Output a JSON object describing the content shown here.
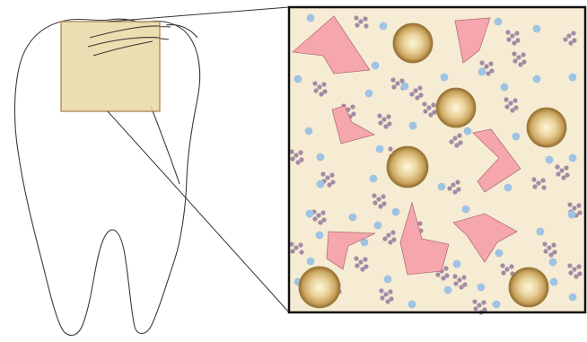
{
  "figure": {
    "colors": {
      "background": "#ffffff",
      "tooth_outline": "#3a3a3a",
      "sample_fill": "#e9d7a4",
      "sample_border": "#a77b4e",
      "panel_fill": "#f6ecd3",
      "panel_border": "#111111",
      "pink_fill": "#f6a7ad",
      "pink_stroke": "#b07078",
      "sphere_light": "#fff6dc",
      "sphere_mid": "#d9bc7c",
      "sphere_dark": "#8f6b2c",
      "dot": "#9ec3e3",
      "cluster": "#a38aa5"
    },
    "elements": {
      "tooth": "molar-tooth-outline",
      "sample": "enamel-sample-region",
      "magnified": "magnified-enamel-panel",
      "pink_particles": "irregular-pink-fragments",
      "spheres": "golden-spheres",
      "dots": "blue-dots",
      "clusters": "purple-clusters"
    }
  }
}
